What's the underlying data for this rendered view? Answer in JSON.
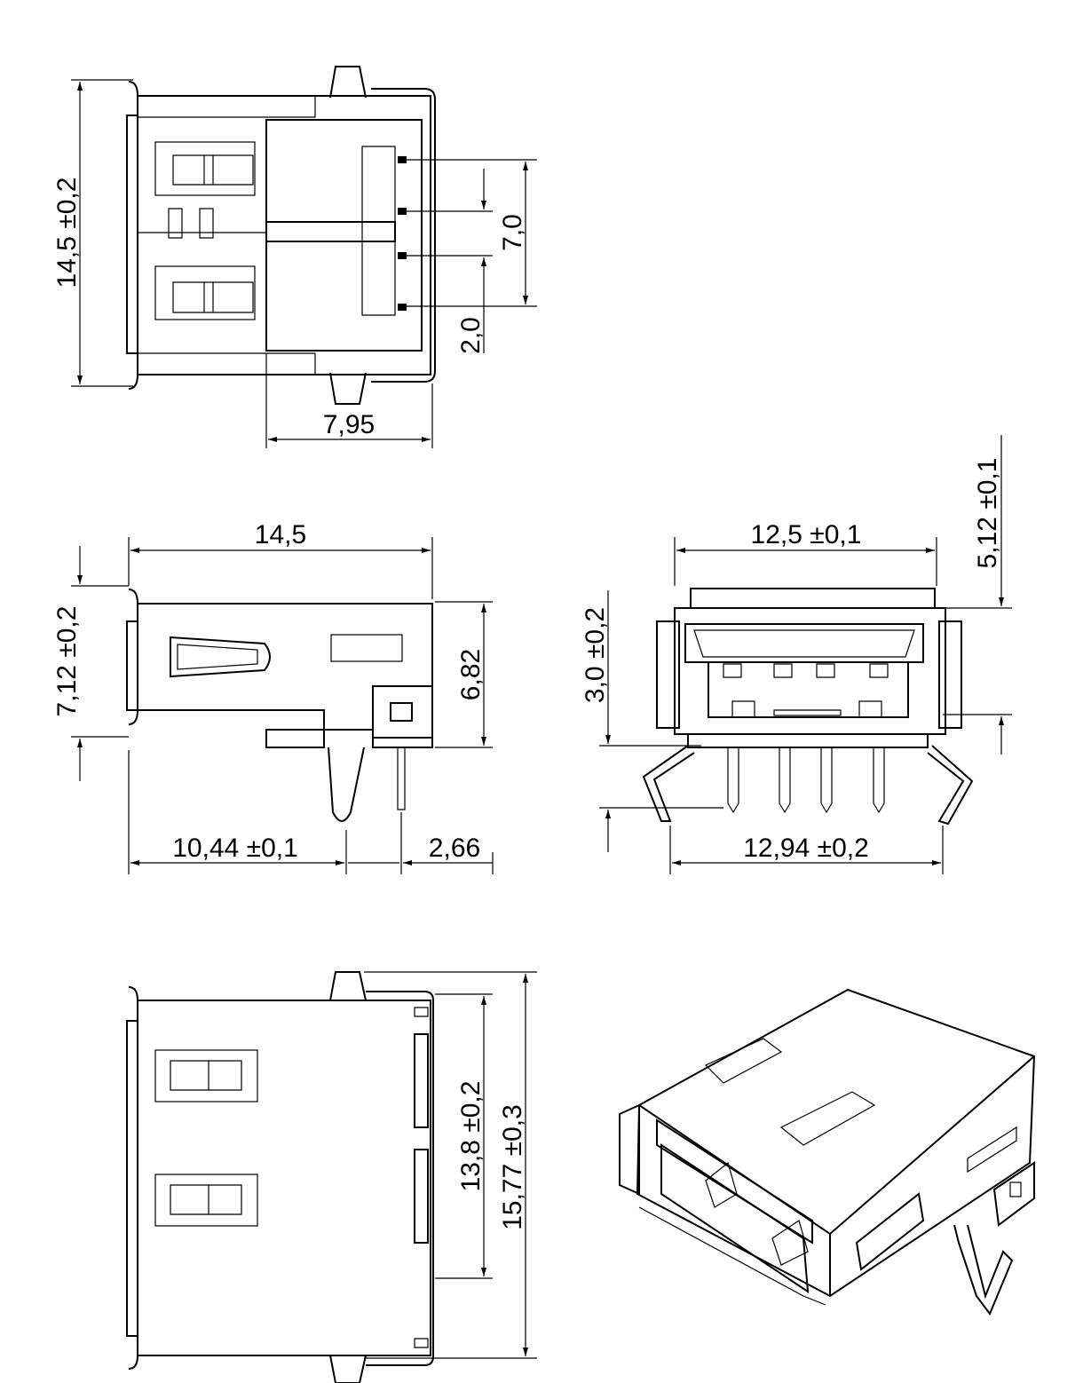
{
  "colors": {
    "line": "#000000",
    "background": "#ffffff"
  },
  "top_view": {
    "width_dim": "14,5 ±0,2",
    "pitch_dim": "7,0",
    "pin_dim": "2,0",
    "depth_dim": "7,95"
  },
  "side_view": {
    "length_dim": "14,5",
    "height_dim": "7,12 ±0,2",
    "body_height_dim": "6,82",
    "post_dim": "10,44 ±0,1",
    "pin_offset_dim": "2,66"
  },
  "front_view": {
    "width_dim": "12,5 ±0,1",
    "height_dim": "5,12 ±0,1",
    "leg_dim": "3,0 ±0,2",
    "span_dim": "12,94 ±0,2"
  },
  "bottom_view": {
    "inner_dim": "13,8 ±0,2",
    "outer_dim": "15,77 ±0,3"
  }
}
